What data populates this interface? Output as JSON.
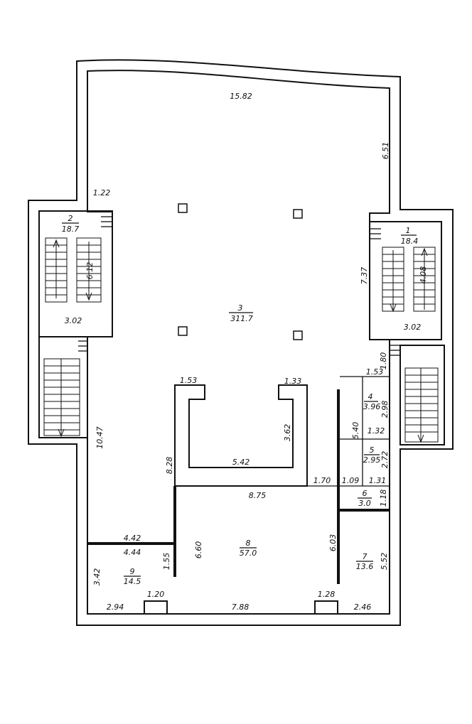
{
  "rooms": {
    "r1": {
      "number": "1",
      "area": "18.4"
    },
    "r2": {
      "number": "2",
      "area": "18.7"
    },
    "r3": {
      "number": "3",
      "area": "311.7"
    },
    "r4": {
      "number": "4",
      "area": "3.96"
    },
    "r5": {
      "number": "5",
      "area": "2.95"
    },
    "r6": {
      "number": "6",
      "area": "3.0"
    },
    "r7": {
      "number": "7",
      "area": "13.6"
    },
    "r8": {
      "number": "8",
      "area": "57.0"
    },
    "r9": {
      "number": "9",
      "area": "14.5"
    }
  },
  "dims": {
    "top": "15.82",
    "right_upper": "6.51",
    "left_top": "1.22",
    "stair_left_height": "6.12",
    "stair_left_width": "3.02",
    "stair_right_height": "4.08",
    "stair_right_width": "3.02",
    "right_side": "7.37",
    "left_long": "10.47",
    "col_1_53": "1.53",
    "col_1_33": "1.33",
    "inner_3_62": "3.62",
    "inner_5_42": "5.42",
    "left_8_28": "8.28",
    "d_1_70": "1.70",
    "d_1_09": "1.09",
    "d_1_31": "1.31",
    "d_8_75": "8.75",
    "d_1_80": "1.80",
    "d_1_53b": "1.53",
    "d_2_98": "2.98",
    "d_5_40": "5.40",
    "d_1_32": "1.32",
    "d_2_72": "2.72",
    "d_1_18": "1.18",
    "d_4_42": "4.42",
    "d_4_44": "4.44",
    "d_1_55": "1.55",
    "d_6_60": "6.60",
    "d_6_03": "6.03",
    "d_5_52": "5.52",
    "d_3_42": "3.42",
    "d_1_20": "1.20",
    "d_1_28": "1.28",
    "bottom_left": "2.94",
    "bottom_mid": "7.88",
    "bottom_right": "2.46"
  }
}
